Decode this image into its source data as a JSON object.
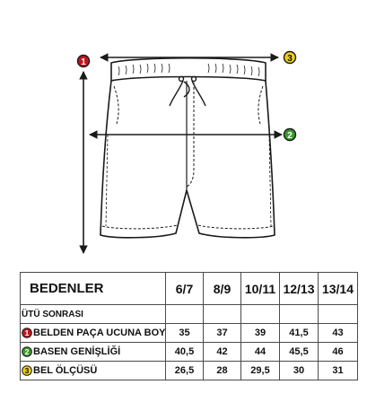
{
  "markers": {
    "1": {
      "number": "1",
      "color": "#c0161f",
      "text_color": "#ffffff"
    },
    "2": {
      "number": "2",
      "color": "#3a9a2b",
      "text_color": "#ffffff"
    },
    "3": {
      "number": "3",
      "color": "#f0cf14",
      "text_color": "#111111"
    }
  },
  "table": {
    "title": "BEDENLER",
    "sizes": [
      "6/7",
      "8/9",
      "10/11",
      "12/13",
      "13/14"
    ],
    "note": "ÜTÜ SONRASI",
    "rows": [
      {
        "marker": "1",
        "label": "BELDEN PAÇA UCUNA BOY",
        "values": [
          "35",
          "37",
          "39",
          "41,5",
          "43"
        ]
      },
      {
        "marker": "2",
        "label": "BASEN GENİŞLİĞİ",
        "values": [
          "40,5",
          "42",
          "44",
          "45,5",
          "46"
        ]
      },
      {
        "marker": "3",
        "label": "BEL ÖLÇÜSÜ",
        "values": [
          "26,5",
          "28",
          "29,5",
          "30",
          "31"
        ]
      }
    ]
  },
  "colors": {
    "line": "#1a1a1a",
    "table_border": "#4a4a4a"
  }
}
